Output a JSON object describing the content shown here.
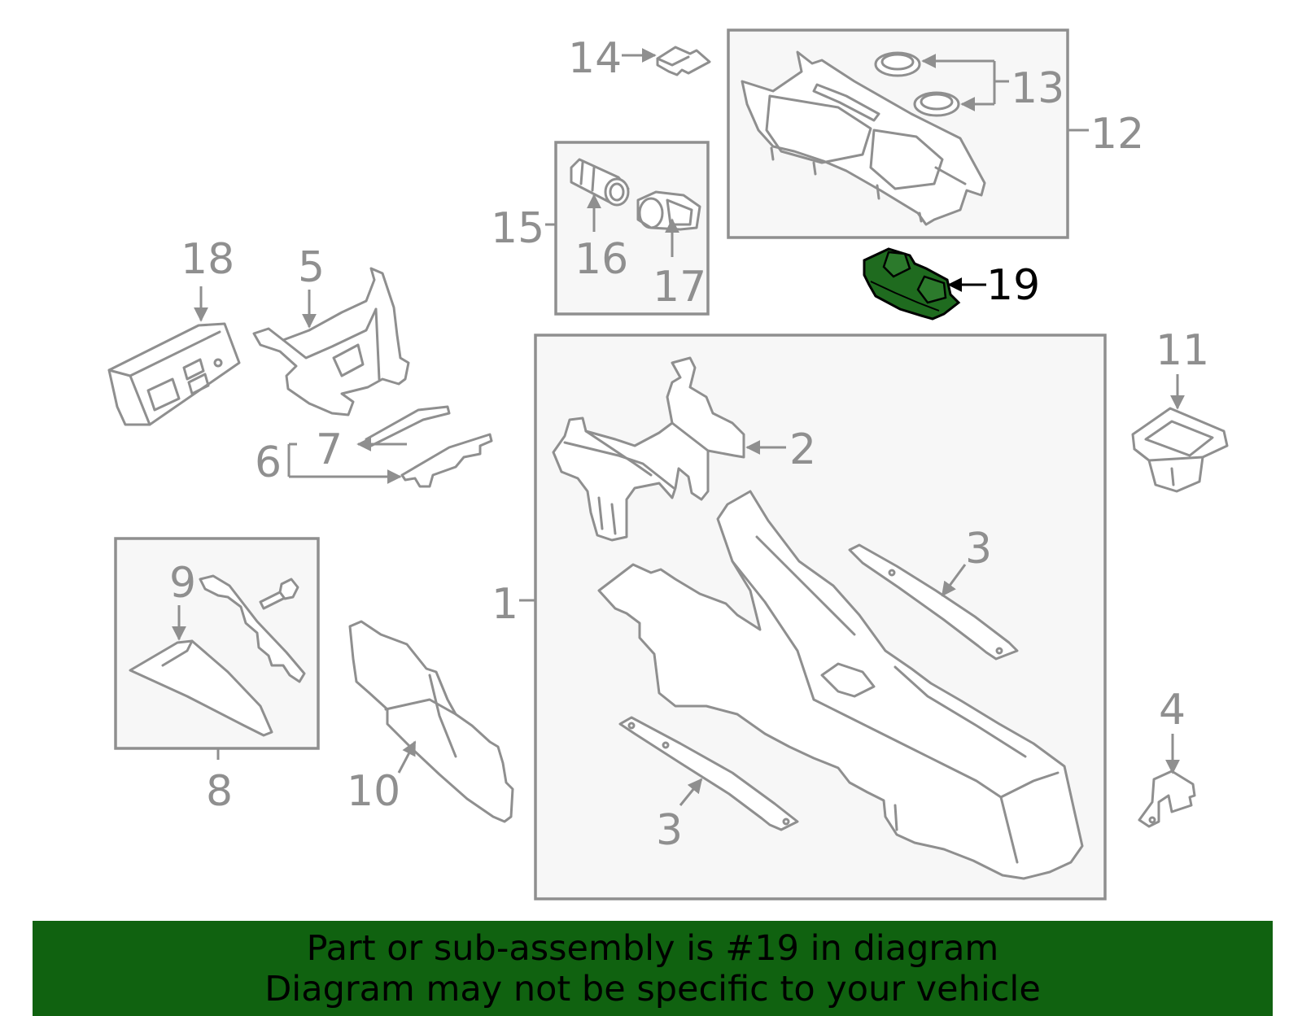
{
  "callouts": {
    "c1": "1",
    "c2": "2",
    "c3a": "3",
    "c3b": "3",
    "c4": "4",
    "c5": "5",
    "c6": "6",
    "c7": "7",
    "c8": "8",
    "c9": "9",
    "c10": "10",
    "c11": "11",
    "c12": "12",
    "c13": "13",
    "c14": "14",
    "c15": "15",
    "c16": "16",
    "c17": "17",
    "c18": "18",
    "c19": "19"
  },
  "banner": {
    "line1": "Part or sub-assembly is #19 in diagram",
    "line2": "Diagram may not be specific to your vehicle"
  },
  "colors": {
    "line": "#8f8f8f",
    "box_fill": "#f7f7f7",
    "highlight_part": "#1f6b1f",
    "banner_bg": "#106210"
  }
}
